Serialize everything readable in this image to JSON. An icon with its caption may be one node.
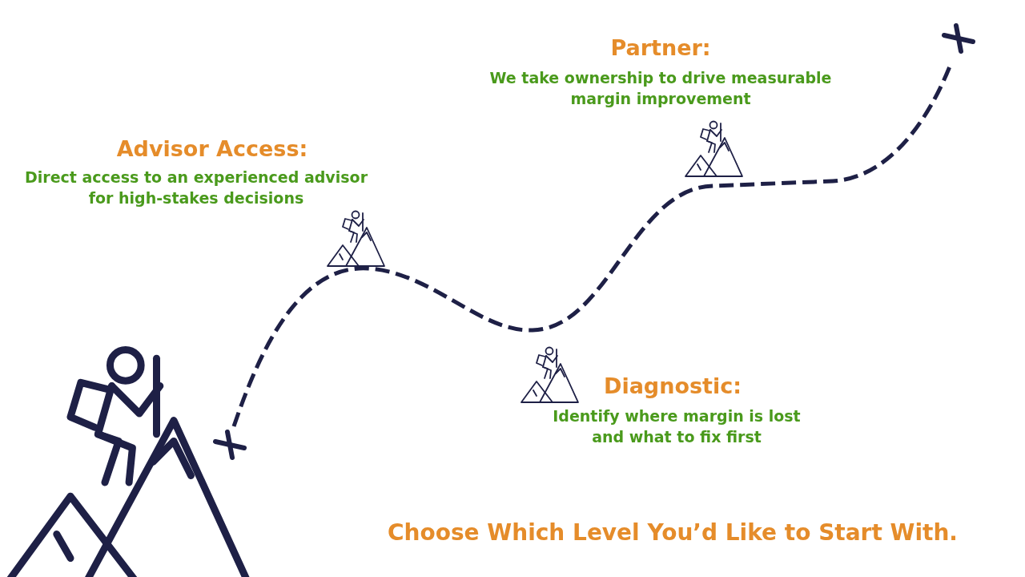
{
  "diagram": {
    "caption": "Choose Which Level You’d Like to Start With.",
    "labels": [
      "Partner:",
      "We take ownership to drive measurable margin improvement",
      "Advisor Access:",
      "Direct access to an experienced advisor for high-stakes decisions",
      "Diagnostic:",
      "Identify where margin is lost and what to fix first"
    ]
  }
}
